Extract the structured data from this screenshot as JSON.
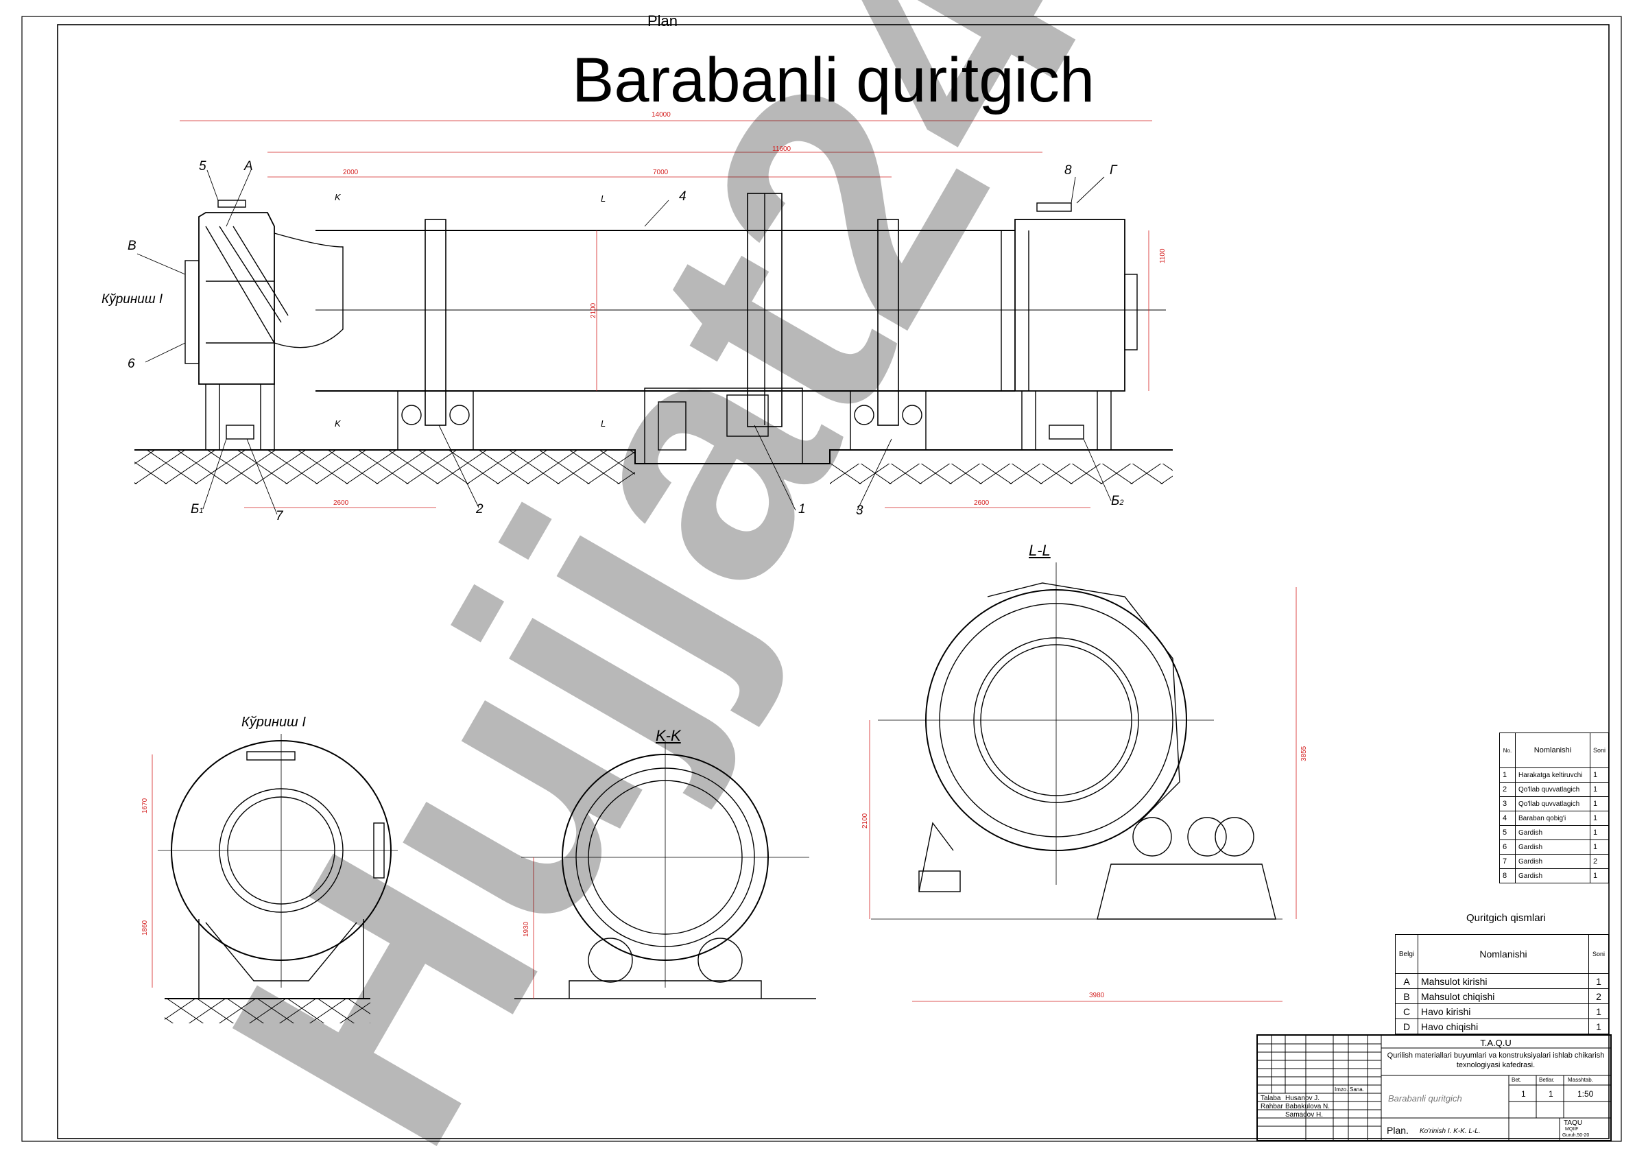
{
  "header": {
    "sheet_label": "Plan",
    "title": "Barabanli quritgich"
  },
  "callouts": {
    "a": "A",
    "v": "B",
    "g": "Г",
    "b1": "Б",
    "b1_sub": "1",
    "b2": "Б",
    "b2_sub": "2",
    "k": "K",
    "l": "L",
    "n1": "1",
    "n2": "2",
    "n3": "3",
    "n4": "4",
    "n5": "5",
    "n6": "6",
    "n7": "7",
    "n8": "8"
  },
  "views": {
    "view_label": "Кўриниш I",
    "section_ll": "L-L",
    "section_kk": "K-K"
  },
  "dimensions": {
    "d14000": "14000",
    "d11600": "11600",
    "d2000": "2000",
    "d7000": "7000",
    "d2600a": "2600",
    "d2600b": "2600",
    "d1100": "1100",
    "d2100": "2100",
    "d1670": "1670",
    "d1860": "1860",
    "d1930": "1930",
    "d2100b": "2100",
    "d3855": "3855",
    "d3980": "3980"
  },
  "parts_table": {
    "headers": [
      "No.",
      "Nomlanishi",
      "Soni"
    ],
    "rows": [
      [
        "1",
        "Harakatga keltiruvchi",
        "1"
      ],
      [
        "2",
        "Qo'llab quvvatlagich",
        "1"
      ],
      [
        "3",
        "Qo'llab quvvatlagich",
        "1"
      ],
      [
        "4",
        "Baraban qobig'i",
        "1"
      ],
      [
        "5",
        "Gardish",
        "1"
      ],
      [
        "6",
        "Gardish",
        "1"
      ],
      [
        "7",
        "Gardish",
        "2"
      ],
      [
        "8",
        "Gardish",
        "1"
      ]
    ],
    "caption": "Quritgich qismlari"
  },
  "io_table": {
    "headers": [
      "Belgi",
      "Nomlanishi",
      "Soni"
    ],
    "rows": [
      [
        "A",
        "Mahsulot kirishi",
        "1"
      ],
      [
        "B",
        "Mahsulot chiqishi",
        "2"
      ],
      [
        "C",
        "Havo kirishi",
        "1"
      ],
      [
        "D",
        "Havo chiqishi",
        "1"
      ]
    ]
  },
  "title_block": {
    "org": "T.A.Q.U",
    "department": "Qurilish materiallari buyumlari va konstruksiyalari ishlab chikarish texnologiyasi kafedrasi.",
    "col_imzo": "Imzo.",
    "col_sana": "Sana.",
    "role1": "Talaba",
    "name1": "Husanov J.",
    "role2": "Rahbar",
    "name2": "Babakulova N.",
    "name3": "Samadov H.",
    "drawing_name": "Barabanli quritgich",
    "h_bet": "Bet.",
    "h_betlar": "Betlar.",
    "h_masshtab": "Masshtab.",
    "bet": "1",
    "betlar": "1",
    "masshtab": "1:50",
    "sheet_title": "Plan.",
    "sheet_views": "Ko'rinish I. K-K. L-L.",
    "group": "TAQU",
    "group2": "MQIIF",
    "group3": "Guruh.50-20"
  },
  "watermark": {
    "text": "Hujjat24"
  }
}
